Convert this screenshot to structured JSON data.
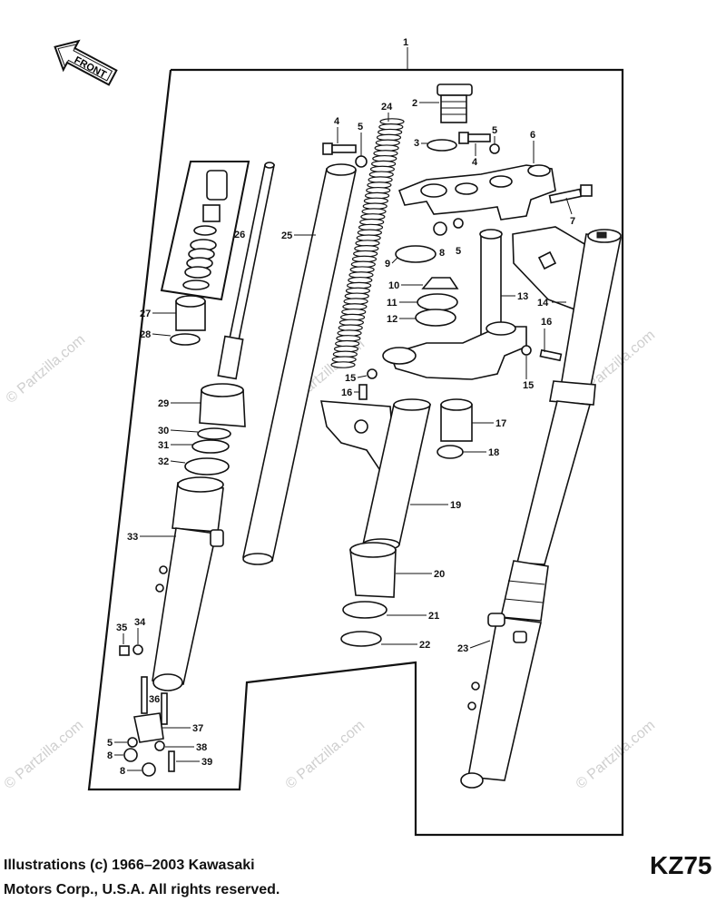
{
  "front_label": "FRONT",
  "model": "KZ75",
  "copyright_line1": "Illustrations (c) 1966–2003 Kawasaki",
  "copyright_line2": "Motors Corp., U.S.A.  All rights reserved.",
  "watermark": "© Partzilla.com",
  "callouts": [
    "1",
    "2",
    "3",
    "4",
    "5",
    "4",
    "5",
    "6",
    "7",
    "8",
    "5",
    "9",
    "10",
    "11",
    "12",
    "13",
    "14",
    "15",
    "15",
    "16",
    "16",
    "17",
    "18",
    "19",
    "20",
    "21",
    "22",
    "23",
    "24",
    "25",
    "26",
    "27",
    "28",
    "29",
    "30",
    "31",
    "32",
    "33",
    "34",
    "35",
    "36",
    "37",
    "38",
    "39",
    "5",
    "8",
    "8"
  ]
}
